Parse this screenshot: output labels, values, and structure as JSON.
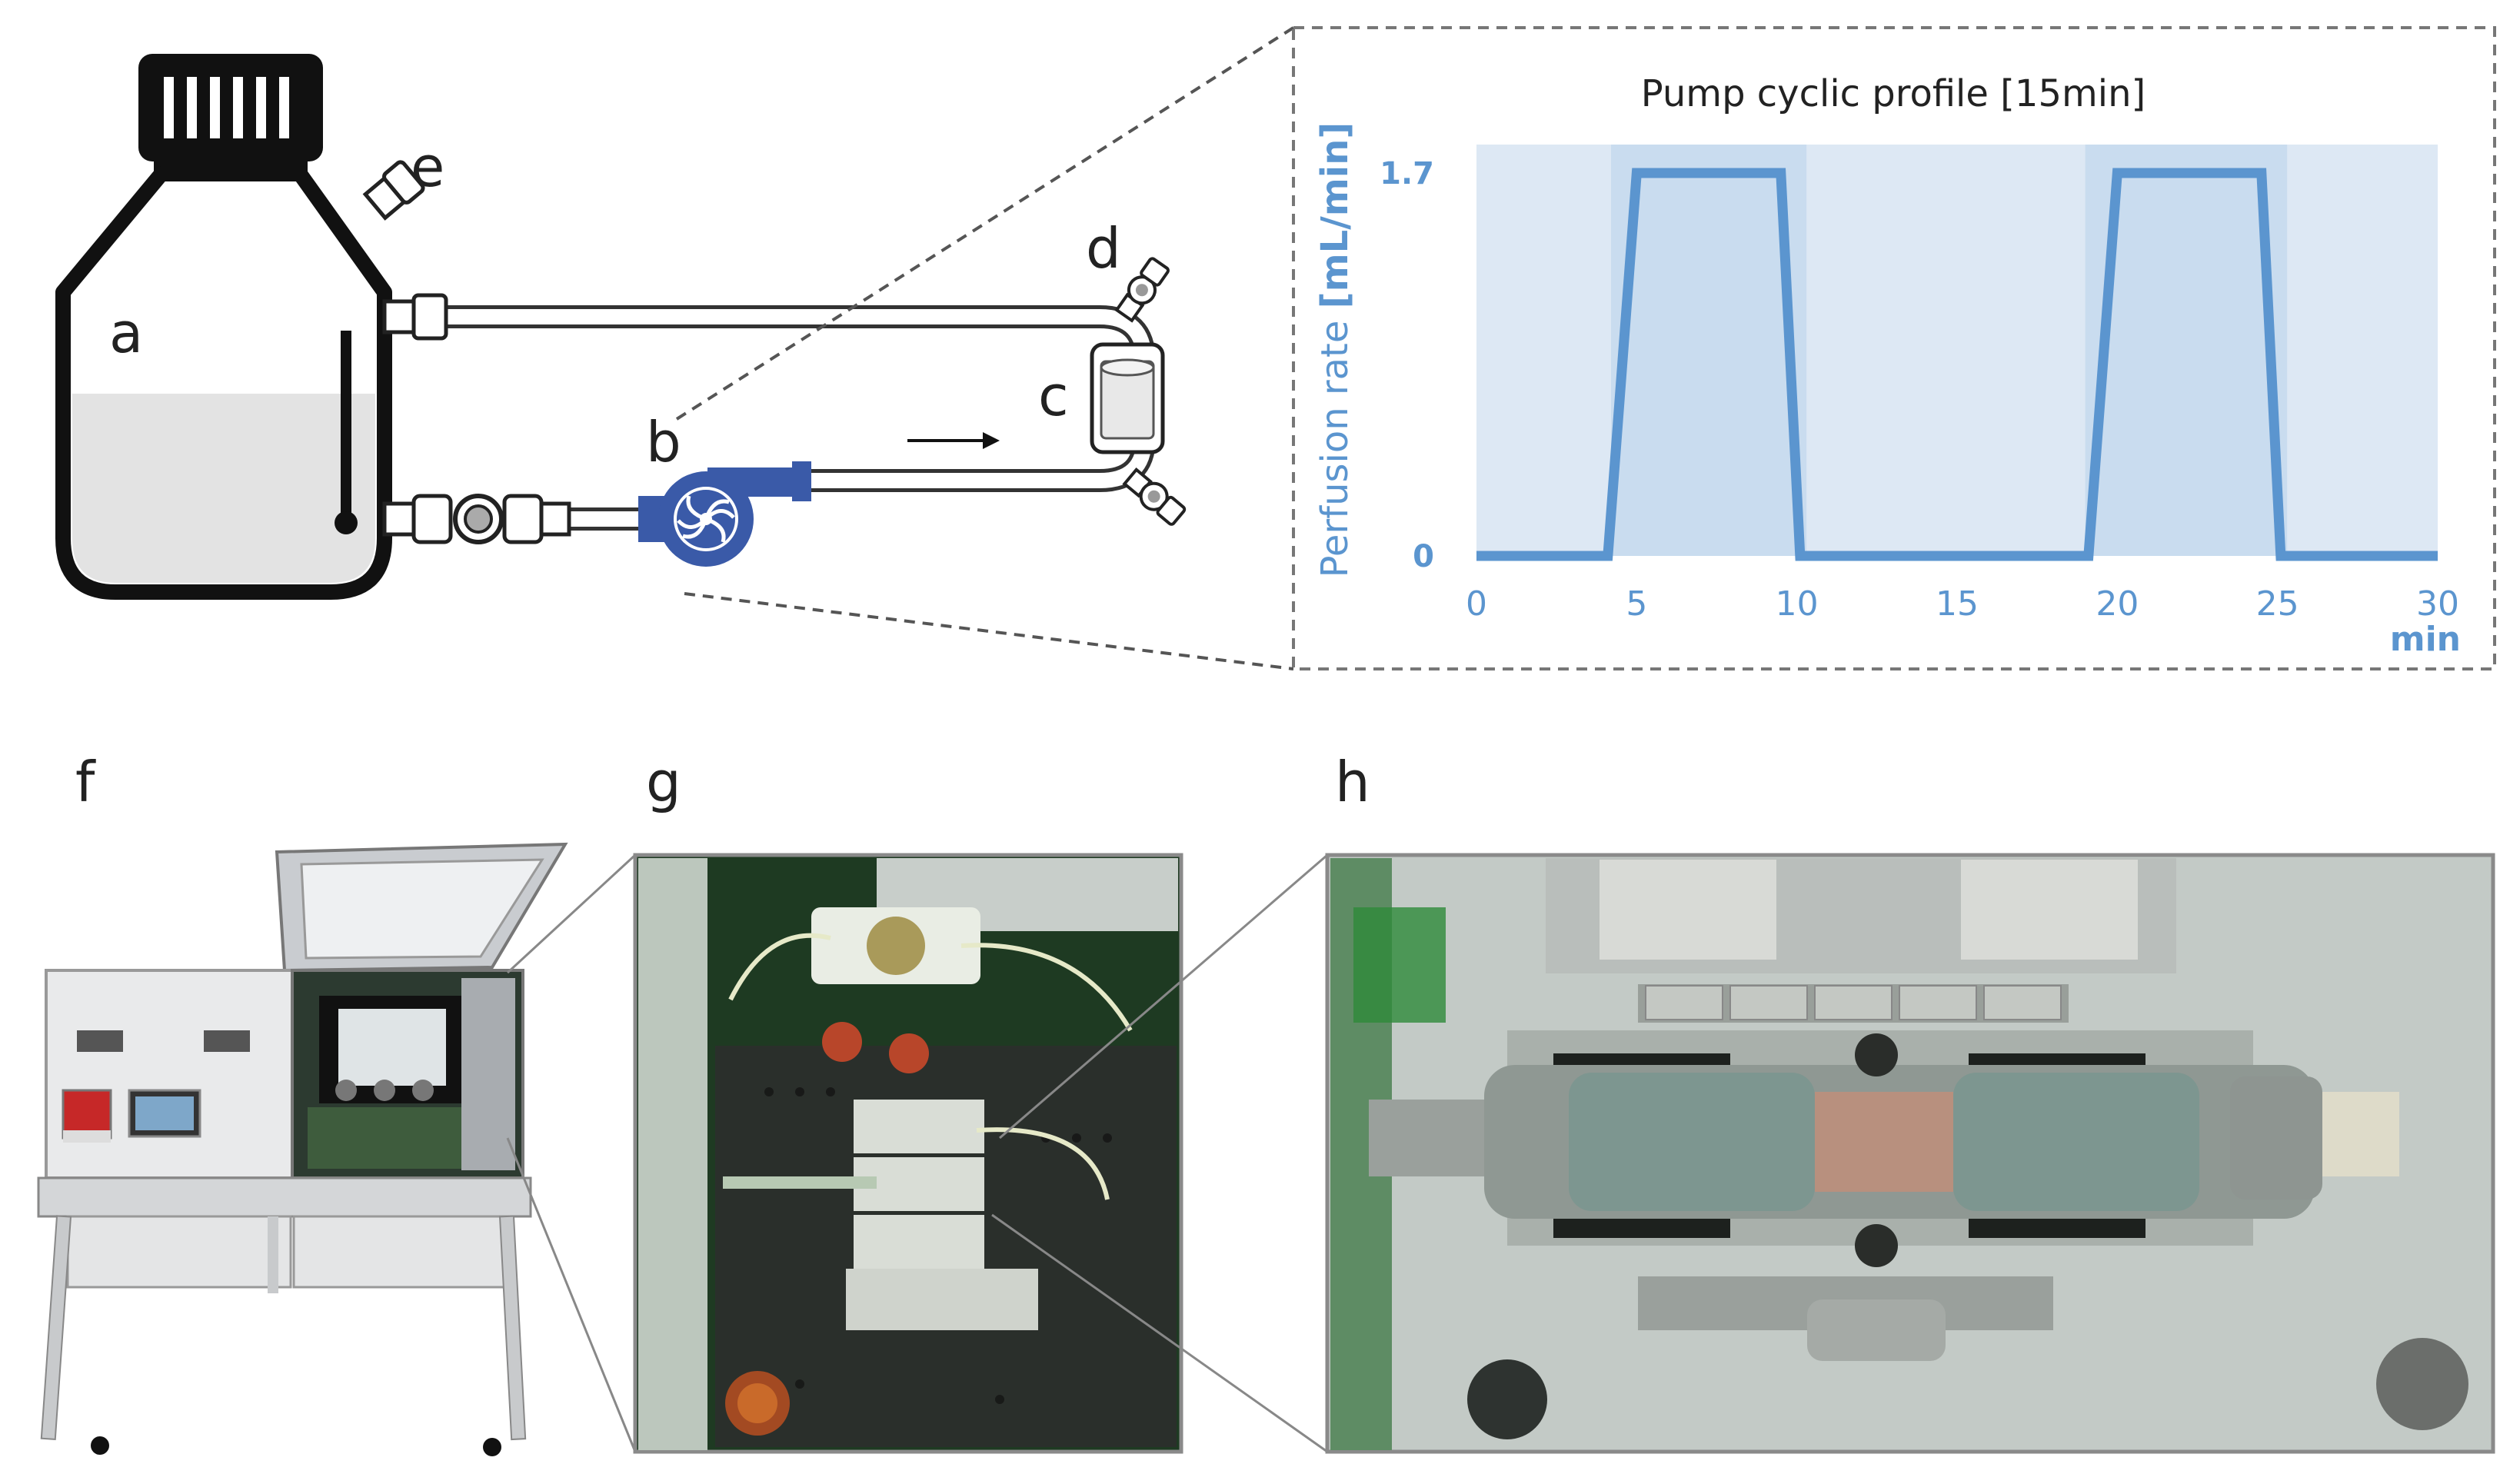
{
  "labels": {
    "a": "a",
    "b": "b",
    "c": "c",
    "d": "d",
    "e": "e",
    "f": "f",
    "g": "g",
    "h": "h"
  },
  "chart_data": {
    "type": "line",
    "title": "Pump cyclic profile [15min]",
    "ylabel": "Perfusion rate",
    "ylabel_unit": "[mL/min]",
    "xlabel": "min",
    "xlim": [
      0,
      30
    ],
    "ylim": [
      0,
      1.7
    ],
    "x_ticks": [
      "0",
      "5",
      "10",
      "15",
      "20",
      "25",
      "30"
    ],
    "y_ticks": [
      "0",
      "1.7"
    ],
    "series": [
      {
        "x": [
          0,
          4.1,
          5,
          9.5,
          10.1,
          19.1,
          20,
          24.5,
          25.1,
          30
        ],
        "y": [
          0,
          0,
          1.7,
          1.7,
          0,
          0,
          1.7,
          1.7,
          0,
          0
        ]
      }
    ],
    "shaded_bands": [
      {
        "from": 0,
        "to": 30,
        "shade": "light"
      },
      {
        "from": 4.2,
        "to": 10.3,
        "shade": "dark"
      },
      {
        "from": 19,
        "to": 25.3,
        "shade": "dark"
      }
    ],
    "colors": {
      "line": "#5b95cf",
      "band_light": "#dde8f4",
      "band_dark": "#c9dcef",
      "text": "#5b95cf"
    }
  },
  "colors": {
    "pump": "#3a5aa8",
    "outline": "#111111",
    "liquid": "#e3e3e3",
    "frame": "#555555"
  }
}
